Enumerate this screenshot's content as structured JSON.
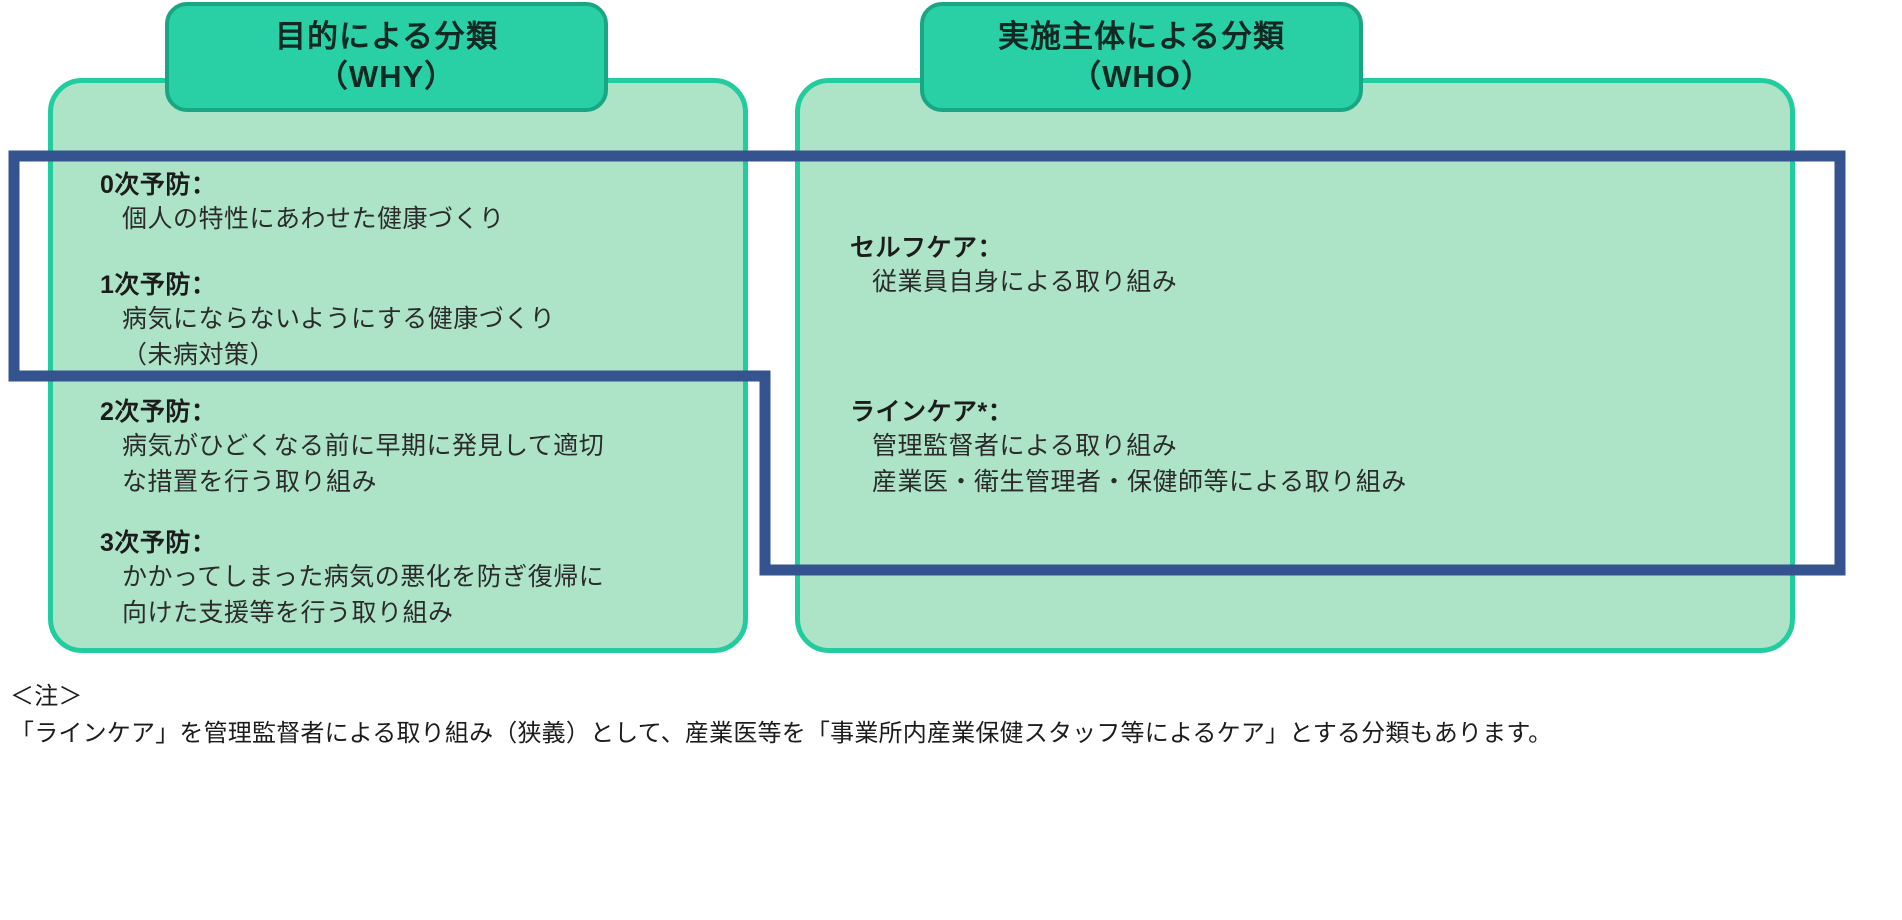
{
  "colors": {
    "panel_fill": "#ade4c8",
    "panel_border": "#22cc9e",
    "tab_fill": "#2ad0a5",
    "tab_border": "#1aa583",
    "outline_blue": "#34538f",
    "text_dark": "#1c1c1c"
  },
  "panels": {
    "why": {
      "tab_line1": "目的による分類",
      "tab_line2": "（WHY）",
      "items": [
        {
          "title": "0次予防：",
          "lines": [
            "個人の特性にあわせた健康づくり"
          ]
        },
        {
          "title": "1次予防：",
          "lines": [
            "病気にならないようにする健康づくり",
            "（未病対策）"
          ]
        },
        {
          "title": "2次予防：",
          "lines": [
            "病気がひどくなる前に早期に発見して適切",
            "な措置を行う取り組み"
          ]
        },
        {
          "title": "3次予防：",
          "lines": [
            "かかってしまった病気の悪化を防ぎ復帰に",
            "向けた支援等を行う取り組み"
          ]
        }
      ]
    },
    "who": {
      "tab_line1": "実施主体による分類",
      "tab_line2": "（WHO）",
      "items": [
        {
          "title": "セルフケア：",
          "lines": [
            "従業員自身による取り組み"
          ]
        },
        {
          "title": "ラインケア*：",
          "lines": [
            "管理監督者による取り組み",
            "産業医・衛生管理者・保健師等による取り組み"
          ]
        }
      ]
    }
  },
  "footnote": {
    "label": "＜注＞",
    "text": "「ラインケア」を管理監督者による取り組み（狭義）として、産業医等を「事業所内産業保健スタッフ等によるケア」とする分類もあります。"
  }
}
